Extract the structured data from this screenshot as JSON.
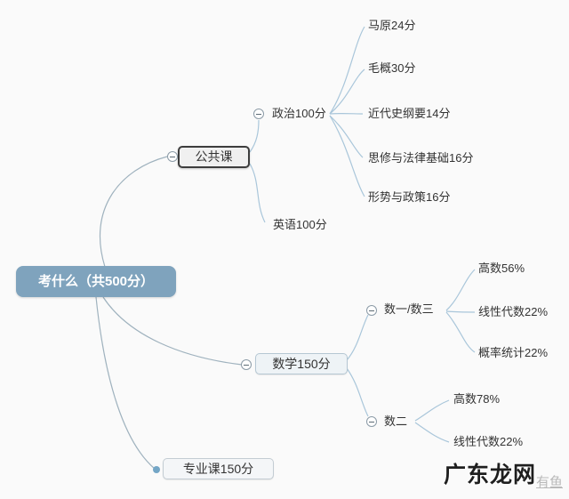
{
  "mindmap": {
    "root_label": "考什么（共500分）",
    "branches": [
      {
        "label": "公共课",
        "children": [
          {
            "label": "政治100分",
            "children": [
              {
                "label": "马原24分"
              },
              {
                "label": "毛概30分"
              },
              {
                "label": "近代史纲要14分"
              },
              {
                "label": "思修与法律基础16分"
              },
              {
                "label": "形势与政策16分"
              }
            ]
          },
          {
            "label": "英语100分"
          }
        ]
      },
      {
        "label": "数学150分",
        "children": [
          {
            "label": "数一/数三",
            "children": [
              {
                "label": "高数56%"
              },
              {
                "label": "线性代数22%"
              },
              {
                "label": "概率统计22%"
              }
            ]
          },
          {
            "label": "数二",
            "children": [
              {
                "label": "高数78%"
              },
              {
                "label": "线性代数22%"
              }
            ]
          }
        ]
      },
      {
        "label": "专业课150分"
      }
    ]
  },
  "watermark": {
    "main": "广东龙网",
    "faint": "有鱼"
  },
  "colors": {
    "root_bg": "#7fa3bd",
    "line_root": "#9fb2be",
    "line_sub": "#a9c6da",
    "dark_border": "#3d3d3d",
    "text": "#333333",
    "background": "#fafafa"
  }
}
